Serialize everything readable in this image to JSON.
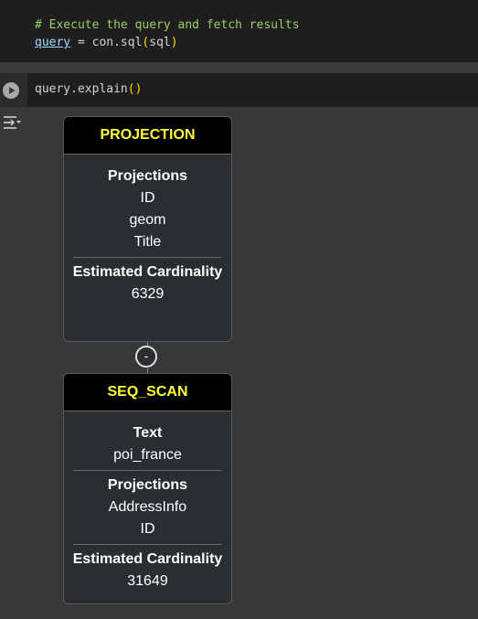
{
  "code_cell": {
    "comment": "# Execute the query and fetch results",
    "line2_var": "query",
    "line2_mid": " = con.sql",
    "line2_open": "(",
    "line2_arg": "sql",
    "line2_close": ")"
  },
  "cell2": {
    "code_pre": "query.explain",
    "code_parens": "()"
  },
  "plan": {
    "projection": {
      "title": "PROJECTION",
      "proj_label": "Projections",
      "projections": [
        "ID",
        "geom",
        "Title"
      ],
      "card_label": "Estimated Cardinality",
      "card_value": "6329"
    },
    "toggle_symbol": "-",
    "seq_scan": {
      "title": "SEQ_SCAN",
      "text_label": "Text",
      "text_value": "poi_france",
      "proj_label": "Projections",
      "projections": [
        "AddressInfo",
        "ID"
      ],
      "card_label": "Estimated Cardinality",
      "card_value": "31649"
    }
  },
  "colors": {
    "node_title": "#ffff33",
    "code_comment": "#9ccc65"
  },
  "icons": {
    "run": "play-circle-icon",
    "output": "output-toggle-icon"
  }
}
